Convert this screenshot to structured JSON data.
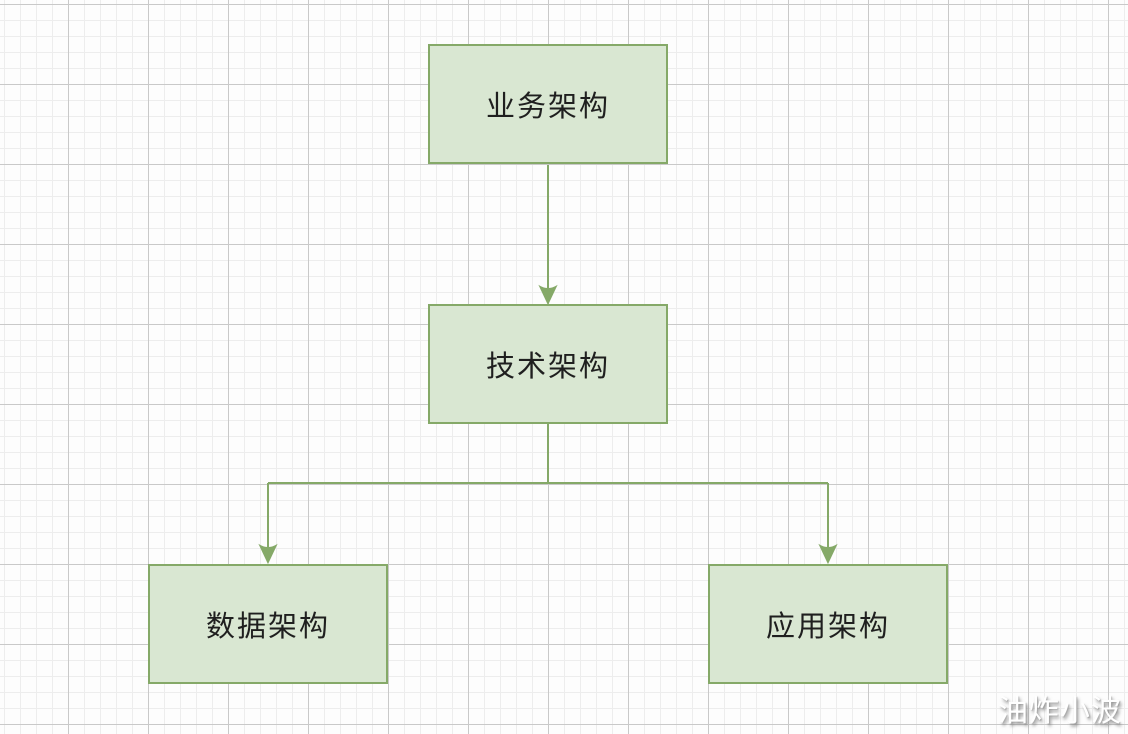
{
  "diagram": {
    "type": "flowchart",
    "nodes": [
      {
        "id": "business",
        "label": "业务架构"
      },
      {
        "id": "technical",
        "label": "技术架构"
      },
      {
        "id": "data",
        "label": "数据架构"
      },
      {
        "id": "application",
        "label": "应用架构"
      }
    ],
    "edges": [
      {
        "from": "业务架构",
        "to": "技术架构",
        "style": "arrow-down"
      },
      {
        "from": "技术架构",
        "to": "数据架构",
        "style": "orthogonal-arrow"
      },
      {
        "from": "技术架构",
        "to": "应用架构",
        "style": "orthogonal-arrow"
      }
    ],
    "colors": {
      "node_fill": "#d9e7d2",
      "node_border": "#85a968",
      "connector": "#85a968",
      "text": "#1f1f1f",
      "grid_minor": "#ededed",
      "grid_major": "#c9c9c9",
      "canvas": "#fdfdfd"
    }
  },
  "watermark": {
    "text": "油炸小波"
  }
}
